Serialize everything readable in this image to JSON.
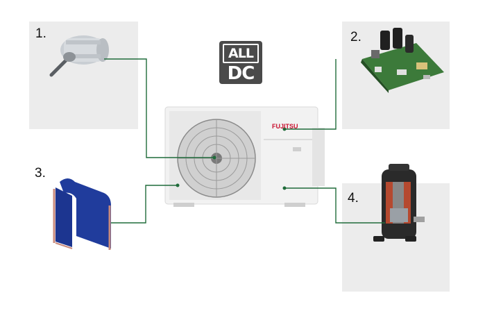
{
  "badge": {
    "line1": "ALL",
    "line2": "DC"
  },
  "components": [
    {
      "number": "1.",
      "icon": "fan-motor-icon"
    },
    {
      "number": "2.",
      "icon": "circuit-board-icon"
    },
    {
      "number": "3.",
      "icon": "heat-exchanger-icon"
    },
    {
      "number": "4.",
      "icon": "compressor-icon"
    }
  ],
  "unit": {
    "brand": "FUJITSU",
    "icon": "outdoor-unit-icon"
  },
  "colors": {
    "leader": "#1f6b3a",
    "panel": "#ececec",
    "badge": "#4a4a4a",
    "brand": "#c8102e"
  }
}
